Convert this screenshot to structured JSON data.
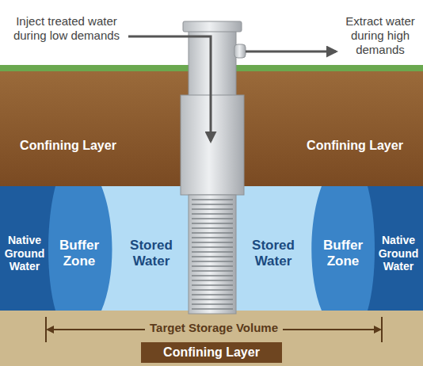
{
  "diagram": {
    "nodes": [
      {
        "text": [
          "Confining Layer",
          "Confining Layer"
        ]
      },
      {
        "text": [
          "Native Ground Water"
        ]
      },
      {
        "text": [
          "Buffer Zone"
        ]
      },
      {
        "text": [
          "Stored Water"
        ]
      },
      {
        "text": [
          "Stored Water"
        ]
      },
      {
        "text": [
          "Buffer Zone"
        ]
      },
      {
        "text": [
          "Native Ground Water"
        ]
      },
      {
        "text": [
          "Confining Layer"
        ]
      }
    ],
    "labels": [
      "Inject treated water during low demands",
      "Extract water during high demands",
      "Target Storage Volume"
    ]
  }
}
